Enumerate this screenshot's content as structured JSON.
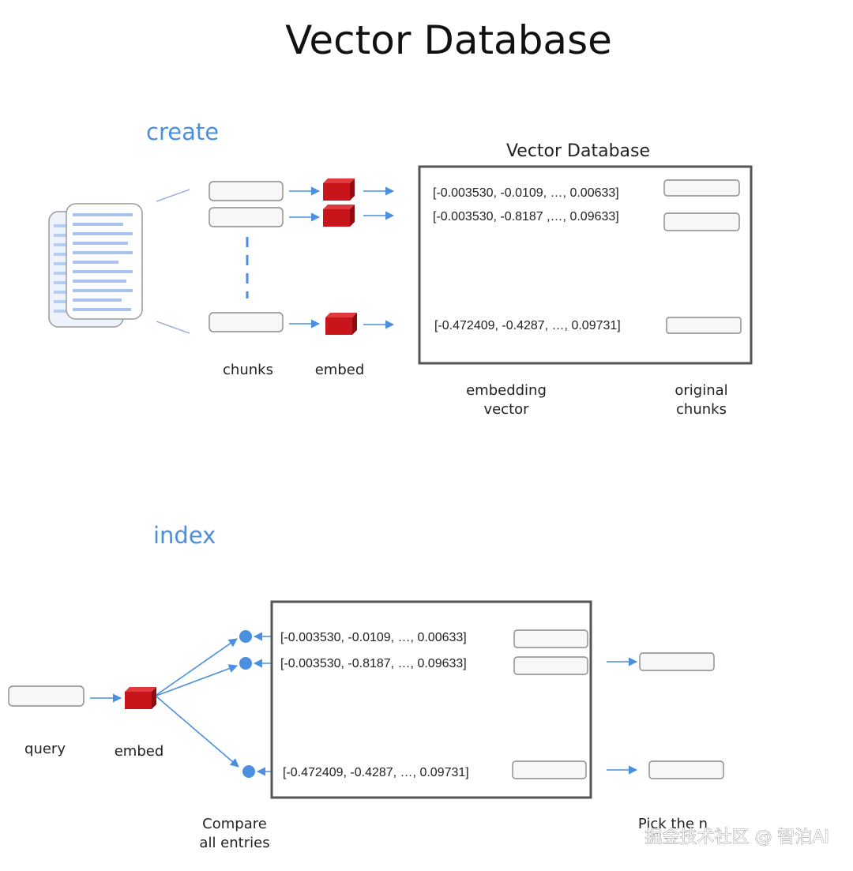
{
  "title": "Vector Database",
  "create": {
    "section_label": "create",
    "db_title": "Vector Database",
    "chunks_label": "chunks",
    "embed_label": "embed",
    "embedding_vector_label": [
      "embedding",
      "vector"
    ],
    "original_chunks_label": [
      "original",
      "chunks"
    ],
    "vectors": [
      "[-0.003530, -0.0109, …, 0.00633]",
      "[-0.003530, -0.8187 ,…, 0.09633]",
      "[-0.472409, -0.4287, …, 0.09731]"
    ]
  },
  "index": {
    "section_label": "index",
    "query_label": "query",
    "embed_label": "embed",
    "compare_label": [
      "Compare",
      "all entries"
    ],
    "pick_label": "Pick the n",
    "vectors": [
      "[-0.003530, -0.0109, …, 0.00633]",
      "[-0.003530, -0.8187, …, 0.09633]",
      "[-0.472409, -0.4287, …, 0.09731]"
    ]
  },
  "watermark": "掘金技术社区 @ 智泊AI",
  "colors": {
    "accent_blue": "#4a8fe0",
    "embed_cube_red": "#c8141b",
    "box_border": "#555555"
  }
}
